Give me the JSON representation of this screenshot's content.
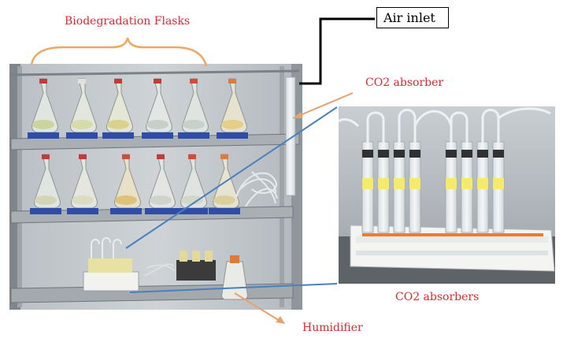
{
  "labels": {
    "biodegradation_flasks": "Biodegradation Flasks",
    "air_inlet": "Air inlet",
    "co2_absorber": "CO2 absorber",
    "co2_absorbers": "CO2 absorbers",
    "humidifier": "Humidifier"
  },
  "colors": {
    "label_red": "#e8262a",
    "bracket_orange": "#f0a860",
    "arrow_orange": "#e8a070",
    "connector_blue": "#4a7fc0",
    "air_line": "#000000"
  },
  "photos": {
    "left": "shelving rack with biodegradation flasks on stir plates",
    "right": "close-up of CO2 absorber tubes in a white rack"
  }
}
